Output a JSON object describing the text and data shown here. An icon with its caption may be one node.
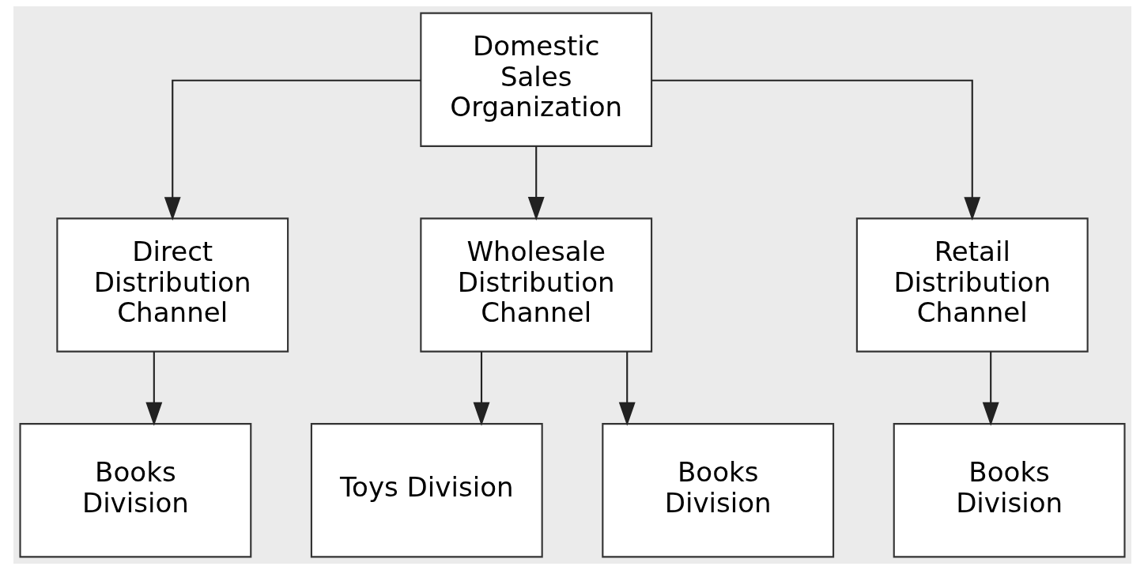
{
  "diagram": {
    "nodes": [
      {
        "text": [
          "Domestic Sales Organization"
        ]
      },
      {
        "text": [
          "Direct Distribution Channel"
        ]
      },
      {
        "text": [
          "Wholesale Distribution Channel"
        ]
      },
      {
        "text": [
          "Retail Distribution Channel"
        ]
      },
      {
        "text": [
          "Books Division"
        ]
      },
      {
        "text": [
          "Toys Division"
        ]
      },
      {
        "text": [
          "Books Division"
        ]
      },
      {
        "text": [
          "Books Division"
        ]
      }
    ],
    "edges": [
      {
        "from": 0,
        "to": 1,
        "arrow": "to"
      },
      {
        "from": 0,
        "to": 2,
        "arrow": "to"
      },
      {
        "from": 0,
        "to": 3,
        "arrow": "to"
      },
      {
        "from": 1,
        "to": 4,
        "arrow": "to"
      },
      {
        "from": 2,
        "to": 5,
        "arrow": "to"
      },
      {
        "from": 2,
        "to": 6,
        "arrow": "to"
      },
      {
        "from": 3,
        "to": 7,
        "arrow": "to"
      }
    ]
  }
}
